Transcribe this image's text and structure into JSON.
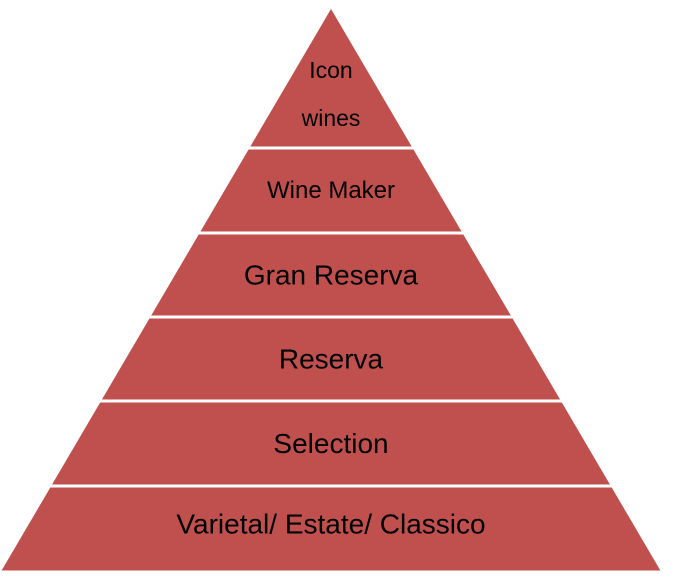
{
  "pyramid": {
    "fill_color": "#c0504d",
    "divider_color": "#ffffff",
    "text_color": "#000000",
    "tiers": [
      {
        "label_lines": [
          "Icon",
          "wines"
        ]
      },
      {
        "label_lines": [
          "Wine Maker"
        ]
      },
      {
        "label_lines": [
          "Gran Reserva"
        ]
      },
      {
        "label_lines": [
          "Reserva"
        ]
      },
      {
        "label_lines": [
          "Selection"
        ]
      },
      {
        "label_lines": [
          "Varietal/ Estate/ Classico"
        ]
      }
    ]
  }
}
